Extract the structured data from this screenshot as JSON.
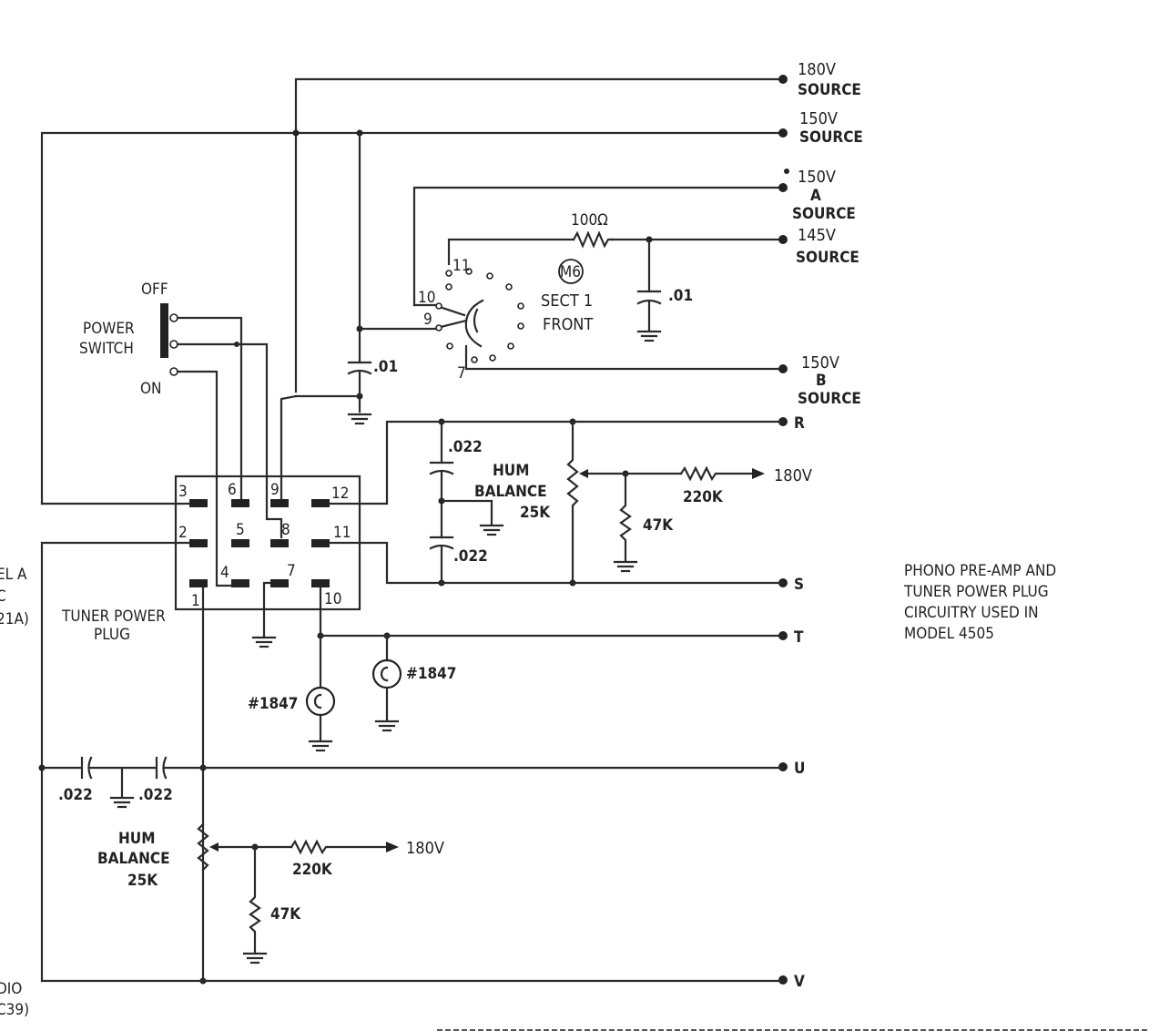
{
  "sources": {
    "s180": "180V",
    "s180_sub": "SOURCE",
    "s150": "150V",
    "s150_sub": "SOURCE",
    "s150a": "150V",
    "s150a_mid": "A",
    "s150a_sub": "SOURCE",
    "s145": "145V",
    "s145_sub": "SOURCE",
    "s150b": "150V",
    "s150b_mid": "B",
    "s150b_sub": "SOURCE"
  },
  "outputs": {
    "r": "R",
    "s": "S",
    "t": "T",
    "u": "U",
    "v": "V"
  },
  "switch": {
    "off": "OFF",
    "on": "ON",
    "label1": "POWER",
    "label2": "SWITCH"
  },
  "plug": {
    "label1": "TUNER POWER",
    "label2": "PLUG",
    "pins": [
      "3",
      "6",
      "9",
      "12",
      "2",
      "5",
      "8",
      "11",
      "1",
      "4",
      "7",
      "10"
    ]
  },
  "rotary": {
    "p11": "11",
    "p10": "10",
    "p9": "9",
    "p7": "7",
    "badge": "M6",
    "sect": "SECT 1",
    "front": "FRONT"
  },
  "parts": {
    "r100": "100Ω",
    "c01a": ".01",
    "c01b": ".01",
    "c022a": ".022",
    "c022b": ".022",
    "c022c": ".022",
    "c022d": ".022",
    "hum1a": "HUM",
    "hum1b": "BALANCE",
    "hum1c": "25K",
    "hum2a": "HUM",
    "hum2b": "BALANCE",
    "hum2c": "25K",
    "r220a": "220K",
    "r220b": "220K",
    "r47a": "47K",
    "r47b": "47K",
    "v180a": "180V",
    "v180b": "180V",
    "lamp1": "#1847",
    "lamp2": "#1847"
  },
  "caption": {
    "l1": "PHONO PRE-AMP AND",
    "l2": "TUNER POWER PLUG",
    "l3": "CIRCUITRY USED IN",
    "l4": "MODEL 4505"
  },
  "edge": {
    "e1": "EL A",
    "e2": "C",
    "e3": "21A)",
    "e4": "DIO",
    "e5": "C39)"
  }
}
